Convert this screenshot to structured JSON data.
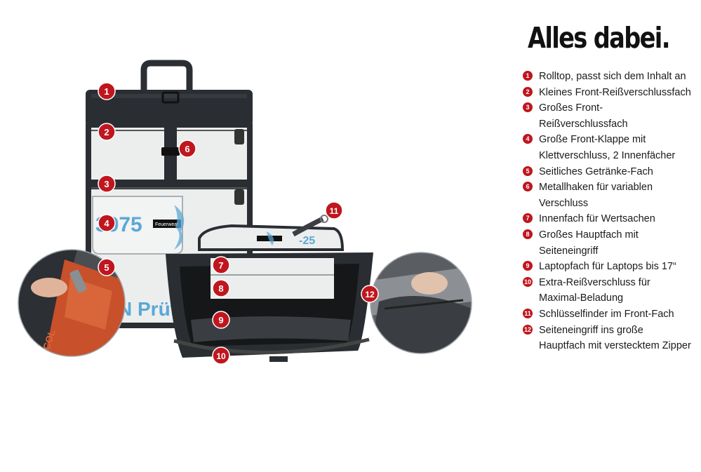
{
  "title": "Alles dabei.",
  "features": [
    {
      "num": "1",
      "text": "Rolltop, passt sich dem Inhalt an"
    },
    {
      "num": "2",
      "text": "Kleines Front-Reißverschlussfach"
    },
    {
      "num": "3",
      "text": "Großes Front-Reißverschlussfach"
    },
    {
      "num": "4",
      "text": "Große Front-Klappe mit Klettverschluss, 2 Innenfächer"
    },
    {
      "num": "5",
      "text": "Seitliches Getränke-Fach"
    },
    {
      "num": "6",
      "text": "Metallhaken für variablen Verschluss"
    },
    {
      "num": "7",
      "text": "Innenfach für Wertsachen"
    },
    {
      "num": "8",
      "text": "Großes Hauptfach mit Seiteneingriff"
    },
    {
      "num": "9",
      "text": "Laptopfach für Laptops bis 17“"
    },
    {
      "num": "10",
      "text": "Extra-Reißverschluss für Maximal-Beladung"
    },
    {
      "num": "11",
      "text": "Schlüsselfinder im Front-Fach"
    },
    {
      "num": "12",
      "text": "Seiteneingriff ins große Hauptfach mit verstecktem Zipper"
    }
  ],
  "illustration": {
    "bag_print": [
      "3975",
      "N Prüf",
      "COL",
      "-25"
    ],
    "label": "Feuerwear",
    "callouts": [
      "1",
      "2",
      "3",
      "4",
      "5",
      "6",
      "7",
      "8",
      "9",
      "10",
      "11",
      "12"
    ]
  },
  "colors": {
    "accent": "#c0161e",
    "text": "#1a1a1a",
    "bag_dark": "#22262b",
    "bag_light": "#eceeee",
    "print_blue": "#5aa8d6",
    "side_orange": "#c8502a"
  }
}
